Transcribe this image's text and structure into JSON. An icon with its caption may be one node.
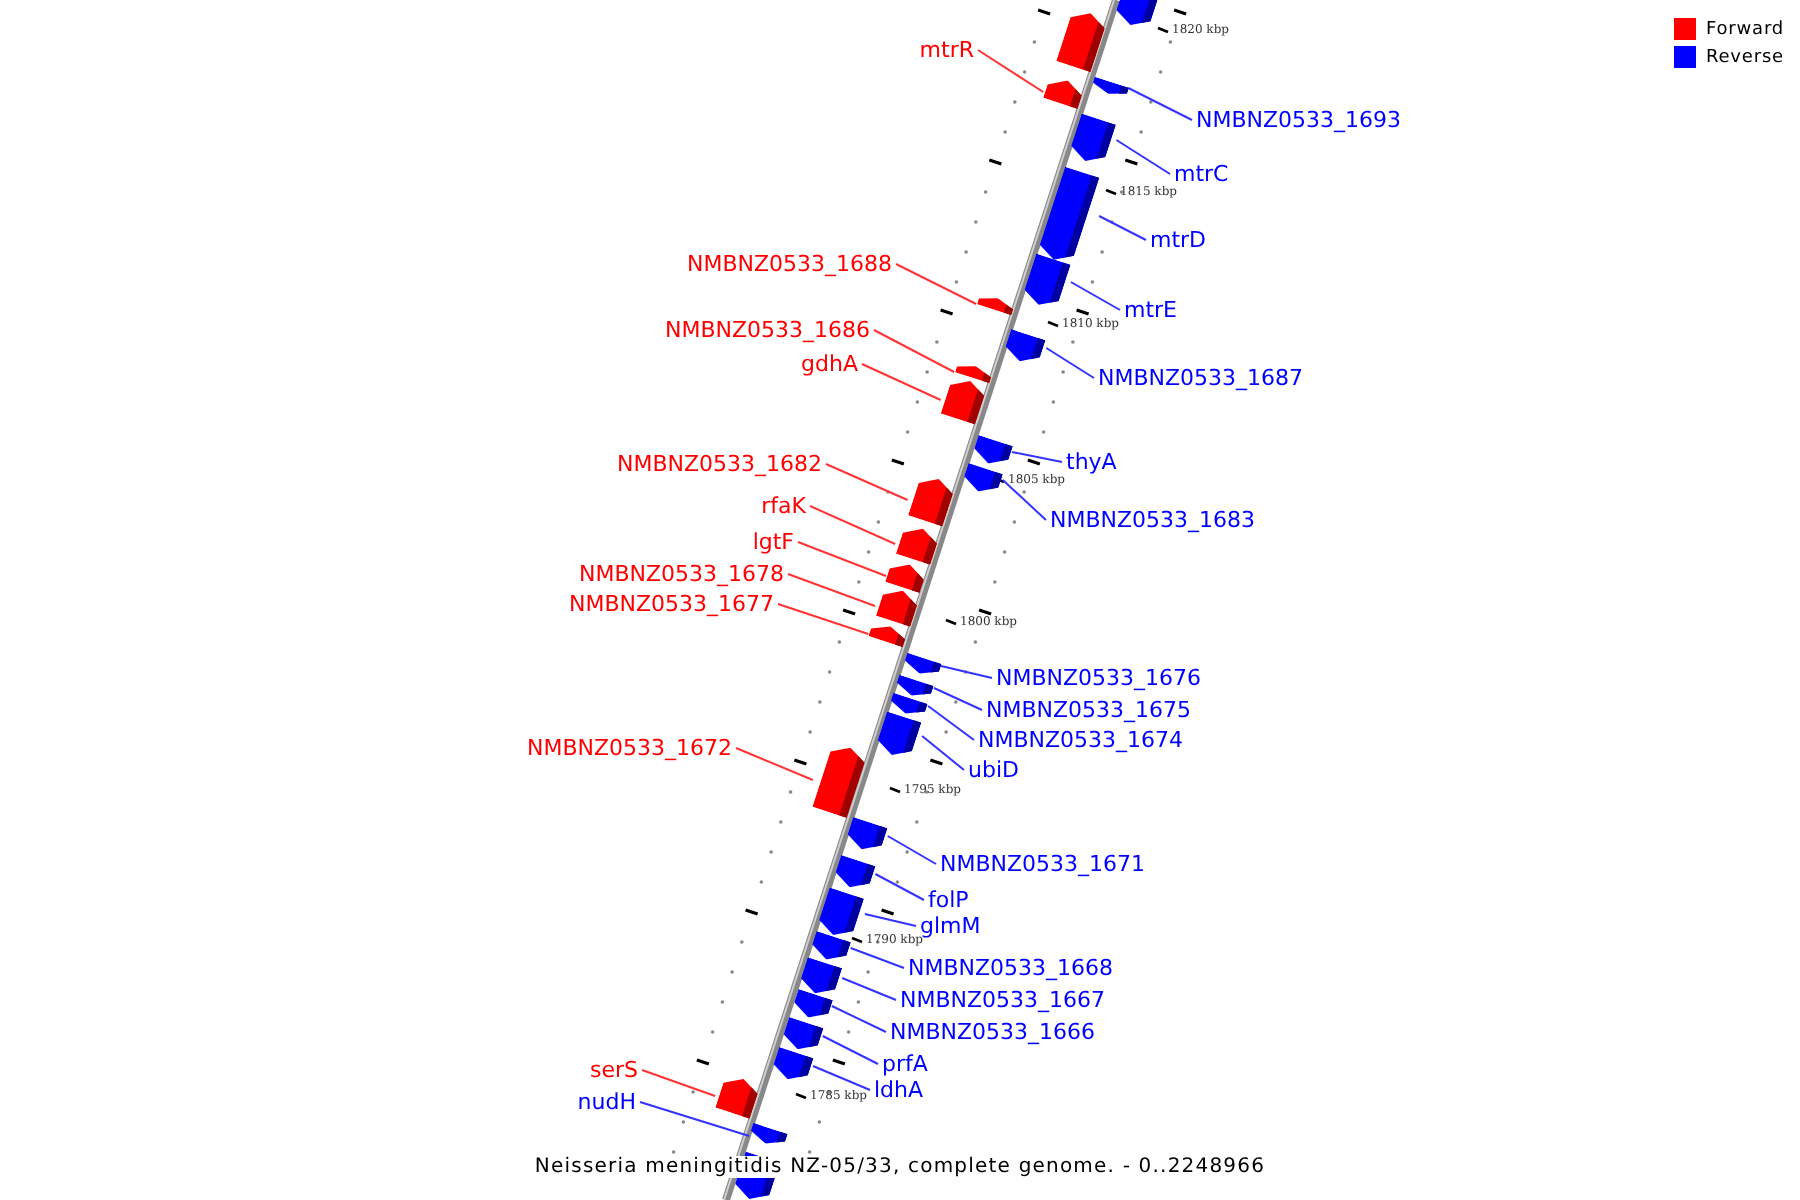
{
  "diagram": {
    "caption": "Neisseria meningitidis NZ-05/33, complete genome. - 0..2248966",
    "nodes": [
      {
        "text": [],
        "shape": "bar"
      },
      {
        "text": [],
        "shape": "bar"
      },
      {
        "text": [
          "mtrR"
        ]
      },
      {
        "text": [],
        "shape": "bar"
      },
      {
        "text": [
          "NMBNZ0533_1693"
        ]
      },
      {
        "text": [],
        "shape": "bar"
      },
      {
        "text": [
          "mtrC"
        ]
      },
      {
        "text": [],
        "shape": "bar"
      },
      {
        "text": [
          "mtrD"
        ]
      },
      {
        "text": [],
        "shape": "bar"
      },
      {
        "text": [
          "mtrE"
        ]
      },
      {
        "text": [],
        "shape": "bar"
      },
      {
        "text": [
          "NMBNZ0533_1688"
        ]
      },
      {
        "text": [],
        "shape": "bar"
      },
      {
        "text": [
          "NMBNZ0533_1687"
        ]
      },
      {
        "text": [],
        "shape": "bar"
      },
      {
        "text": [
          "NMBNZ0533_1686"
        ]
      },
      {
        "text": [],
        "shape": "bar"
      },
      {
        "text": [
          "gdhA"
        ]
      },
      {
        "text": [],
        "shape": "bar"
      },
      {
        "text": [
          "thyA"
        ]
      },
      {
        "text": [],
        "shape": "bar"
      },
      {
        "text": [
          "NMBNZ0533_1683"
        ]
      },
      {
        "text": [],
        "shape": "bar"
      },
      {
        "text": [
          "NMBNZ0533_1682"
        ]
      },
      {
        "text": [],
        "shape": "bar"
      },
      {
        "text": [
          "rfaK"
        ]
      },
      {
        "text": [],
        "shape": "bar"
      },
      {
        "text": [
          "lgtF"
        ]
      },
      {
        "text": [],
        "shape": "bar"
      },
      {
        "text": [
          "NMBNZ0533_1678"
        ]
      },
      {
        "text": [],
        "shape": "bar"
      },
      {
        "text": [
          "NMBNZ0533_1677"
        ]
      },
      {
        "text": [],
        "shape": "bar"
      },
      {
        "text": [
          "NMBNZ0533_1676"
        ]
      },
      {
        "text": [],
        "shape": "bar"
      },
      {
        "text": [
          "NMBNZ0533_1675"
        ]
      },
      {
        "text": [],
        "shape": "bar"
      },
      {
        "text": [
          "NMBNZ0533_1674"
        ]
      },
      {
        "text": [],
        "shape": "bar"
      },
      {
        "text": [
          "ubiD"
        ]
      },
      {
        "text": [],
        "shape": "bar"
      },
      {
        "text": [
          "NMBNZ0533_1672"
        ]
      },
      {
        "text": [],
        "shape": "bar"
      },
      {
        "text": [
          "NMBNZ0533_1671"
        ]
      },
      {
        "text": [],
        "shape": "bar"
      },
      {
        "text": [
          "folP"
        ]
      },
      {
        "text": [],
        "shape": "bar"
      },
      {
        "text": [
          "glmM"
        ]
      },
      {
        "text": [],
        "shape": "bar"
      },
      {
        "text": [
          "NMBNZ0533_1668"
        ]
      },
      {
        "text": [],
        "shape": "bar"
      },
      {
        "text": [
          "NMBNZ0533_1667"
        ]
      },
      {
        "text": [],
        "shape": "bar"
      },
      {
        "text": [
          "NMBNZ0533_1666"
        ]
      },
      {
        "text": [],
        "shape": "bar"
      },
      {
        "text": [
          "prfA"
        ]
      },
      {
        "text": [],
        "shape": "bar"
      },
      {
        "text": [
          "ldhA"
        ]
      },
      {
        "text": [],
        "shape": "bar"
      },
      {
        "text": [
          "serS"
        ]
      },
      {
        "text": [],
        "shape": "bar"
      },
      {
        "text": [
          "nudH"
        ]
      },
      {
        "text": [],
        "shape": "bar"
      },
      {
        "text": [],
        "shape": "bar"
      }
    ],
    "edges": [
      {
        "from": 2,
        "to": 3,
        "arrow": "none",
        "color": "#ff3333"
      },
      {
        "from": 4,
        "to": 5,
        "arrow": "none"
      },
      {
        "from": 6,
        "to": 7,
        "arrow": "none"
      },
      {
        "from": 8,
        "to": 9,
        "arrow": "none"
      },
      {
        "from": 10,
        "to": 11,
        "arrow": "none"
      },
      {
        "from": 12,
        "to": 13,
        "arrow": "none",
        "color": "#ff3333"
      },
      {
        "from": 14,
        "to": 15,
        "arrow": "none"
      },
      {
        "from": 16,
        "to": 17,
        "arrow": "none",
        "color": "#ff3333"
      },
      {
        "from": 18,
        "to": 19,
        "arrow": "none",
        "color": "#ff3333"
      },
      {
        "from": 20,
        "to": 21,
        "arrow": "none"
      },
      {
        "from": 22,
        "to": 23,
        "arrow": "none"
      },
      {
        "from": 24,
        "to": 25,
        "arrow": "none",
        "color": "#ff3333"
      },
      {
        "from": 26,
        "to": 27,
        "arrow": "none",
        "color": "#ff3333"
      },
      {
        "from": 28,
        "to": 29,
        "arrow": "none",
        "color": "#ff3333"
      },
      {
        "from": 30,
        "to": 31,
        "arrow": "none",
        "color": "#ff3333"
      },
      {
        "from": 32,
        "to": 33,
        "arrow": "none",
        "color": "#ff3333"
      },
      {
        "from": 34,
        "to": 35,
        "arrow": "none"
      },
      {
        "from": 36,
        "to": 37,
        "arrow": "none"
      },
      {
        "from": 38,
        "to": 39,
        "arrow": "none"
      },
      {
        "from": 40,
        "to": 41,
        "arrow": "none"
      },
      {
        "from": 42,
        "to": 43,
        "arrow": "none",
        "color": "#ff3333"
      },
      {
        "from": 44,
        "to": 45,
        "arrow": "none"
      },
      {
        "from": 46,
        "to": 47,
        "arrow": "none"
      },
      {
        "from": 48,
        "to": 49,
        "arrow": "none"
      },
      {
        "from": 50,
        "to": 51,
        "arrow": "none"
      },
      {
        "from": 52,
        "to": 53,
        "arrow": "none"
      },
      {
        "from": 54,
        "to": 55,
        "arrow": "none"
      },
      {
        "from": 56,
        "to": 57,
        "arrow": "none"
      },
      {
        "from": 58,
        "to": 59,
        "arrow": "none"
      },
      {
        "from": 60,
        "to": 61,
        "arrow": "none",
        "color": "#ff3333"
      },
      {
        "from": 62,
        "to": 63,
        "arrow": "none"
      }
    ],
    "labels": [
      "1820 kbp",
      "1815 kbp",
      "1810 kbp",
      "1805 kbp",
      "1800 kbp",
      "1795 kbp",
      "1790 kbp",
      "1785 kbp"
    ],
    "legend": [
      {
        "text": "Forward",
        "color": "#ff0000"
      },
      {
        "text": "Reverse",
        "color": "#0000ff"
      }
    ]
  }
}
